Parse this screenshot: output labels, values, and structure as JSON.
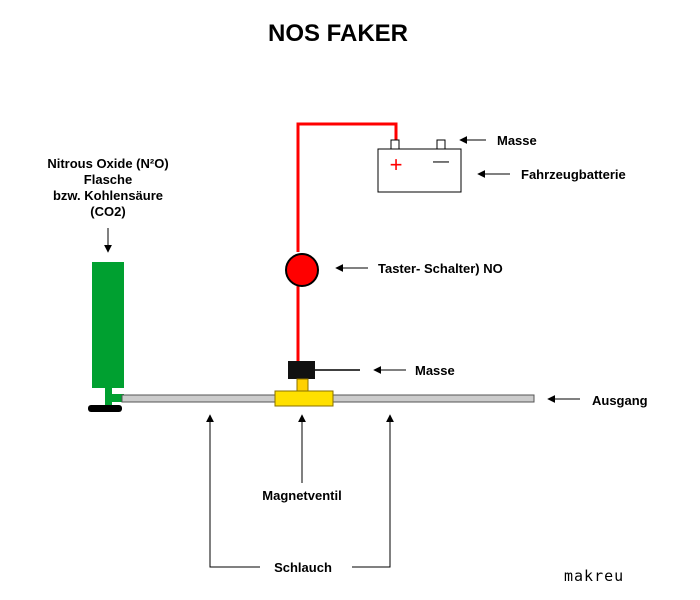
{
  "title": "NOS FAKER",
  "bottle_label": {
    "line1": "Nitrous Oxide (N²O)",
    "line2": "Flasche",
    "line3": "bzw. Kohlensäure",
    "line4": "(CO2)"
  },
  "labels": {
    "ground_battery": "Masse",
    "battery": "Fahrzeugbatterie",
    "switch": "Taster- Schalter) NO",
    "ground_valve": "Masse",
    "outlet": "Ausgang",
    "valve": "Magnetventil",
    "hose": "Schlauch"
  },
  "battery_terminals": {
    "plus": "+",
    "minus": "—"
  },
  "watermark": "makreu",
  "colors": {
    "wire": "#ff0000",
    "switch_fill": "#ff0000",
    "bottle": "#00a030",
    "valve_body": "#ffe000",
    "hose": "#cccccc",
    "coil": "#111111"
  }
}
